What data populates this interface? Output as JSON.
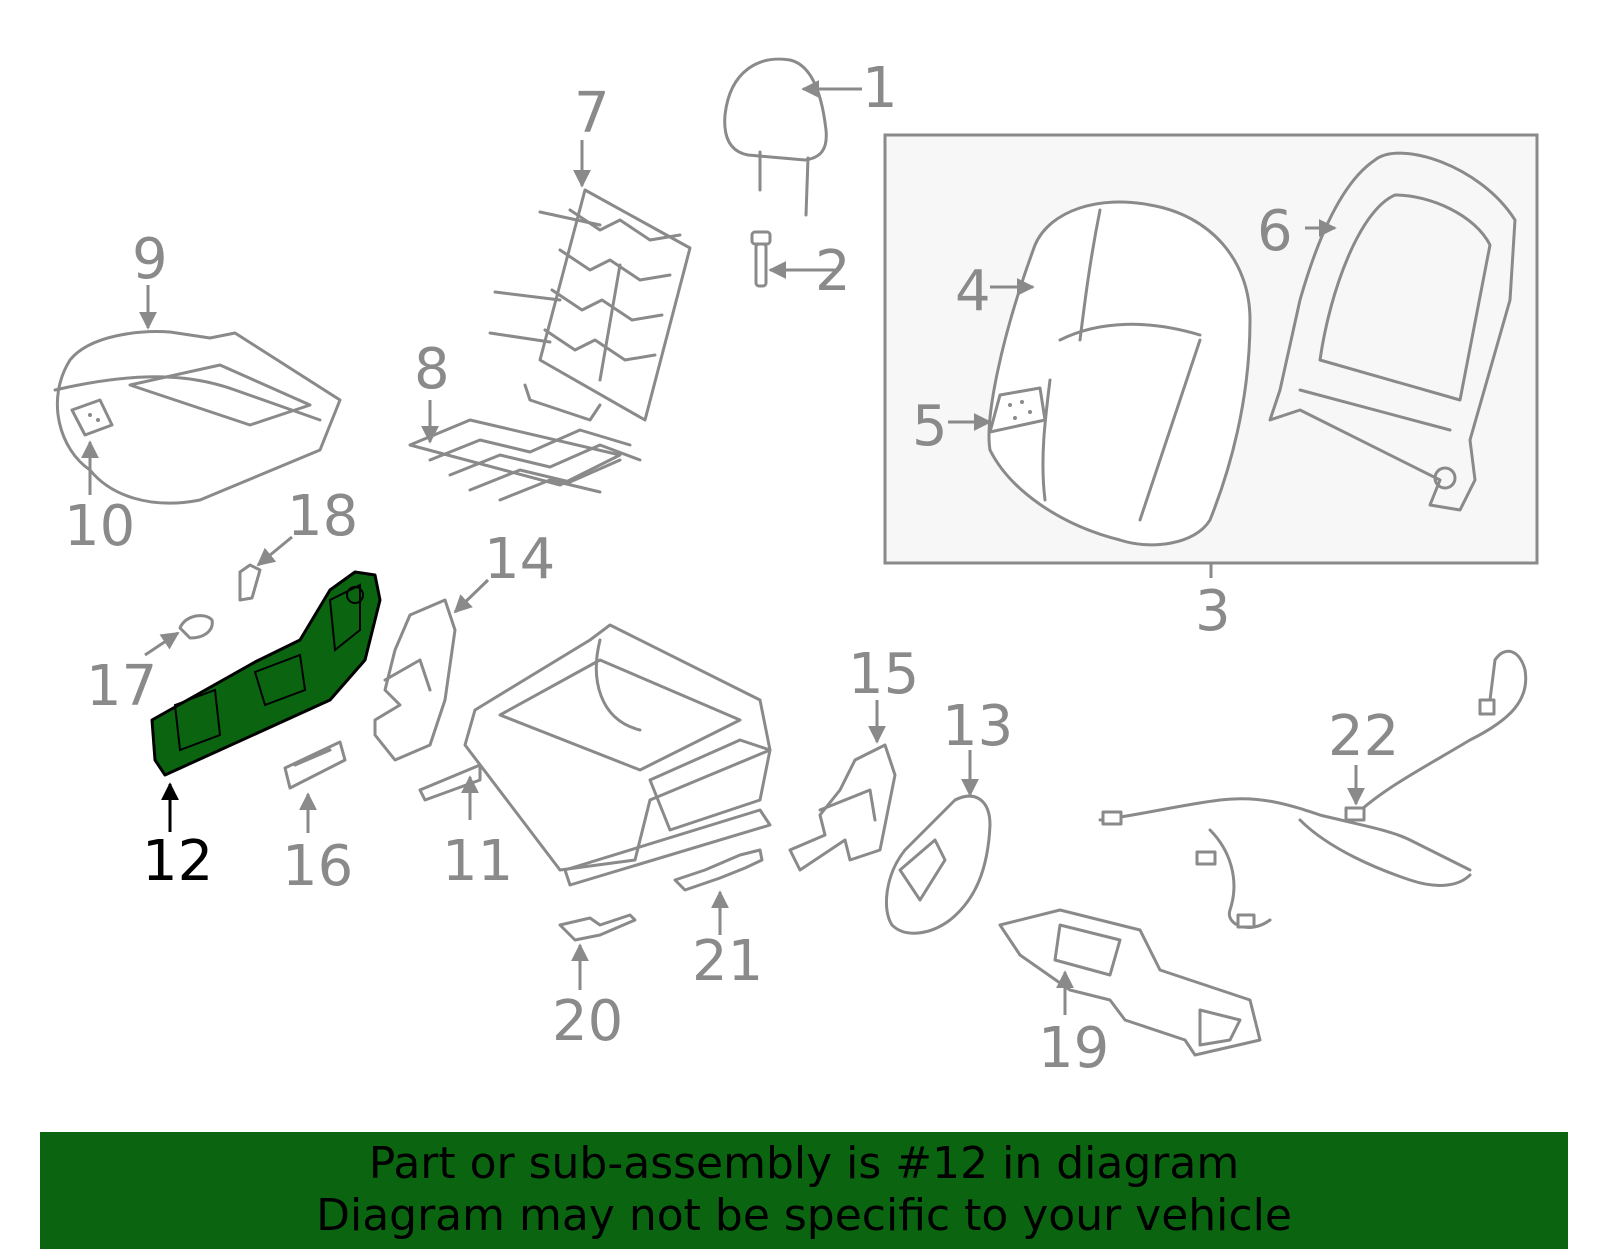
{
  "colors": {
    "part_line": "#8a8a8a",
    "highlight_fill": "#0a6410",
    "highlight_stroke": "#000000",
    "inset_bg": "#f7f7f7",
    "banner_bg": "#0a6410"
  },
  "callouts": {
    "c1": "1",
    "c2": "2",
    "c3": "3",
    "c4": "4",
    "c5": "5",
    "c6": "6",
    "c7": "7",
    "c8": "8",
    "c9": "9",
    "c10": "10",
    "c11": "11",
    "c12": "12",
    "c13": "13",
    "c14": "14",
    "c15": "15",
    "c16": "16",
    "c17": "17",
    "c18": "18",
    "c19": "19",
    "c20": "20",
    "c21": "21",
    "c22": "22"
  },
  "highlighted_part": "12",
  "banner": {
    "line1": "Part or sub-assembly is #12 in diagram",
    "line2": "Diagram may not be specific to your vehicle"
  }
}
